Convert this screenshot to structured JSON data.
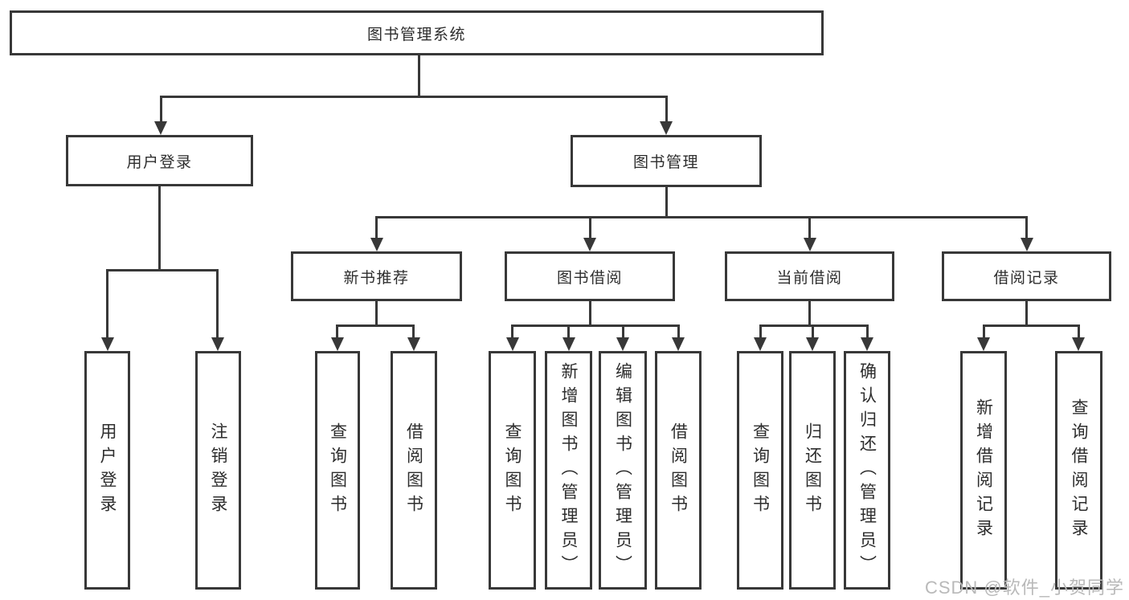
{
  "tree": {
    "root": "图书管理系统",
    "l2": [
      "用户登录",
      "图书管理"
    ],
    "l3": [
      "新书推荐",
      "图书借阅",
      "当前借阅",
      "借阅记录"
    ],
    "leaves": {
      "login": [
        "用户登录",
        "注销登录"
      ],
      "recommend": [
        "查询图书",
        "借阅图书"
      ],
      "borrow": [
        "查询图书",
        "新增图书（管理员）",
        "编辑图书（管理员）",
        "借阅图书"
      ],
      "current": [
        "查询图书",
        "归还图书",
        "确认归还（管理员）"
      ],
      "records": [
        "新增借阅记录",
        "查询借阅记录"
      ]
    }
  },
  "watermark": "CSDN @软件_小贺同学",
  "colors": {
    "line": "#383838",
    "text": "#2d2d2d",
    "watermark": "#b9b9b9",
    "background": "#ffffff"
  }
}
